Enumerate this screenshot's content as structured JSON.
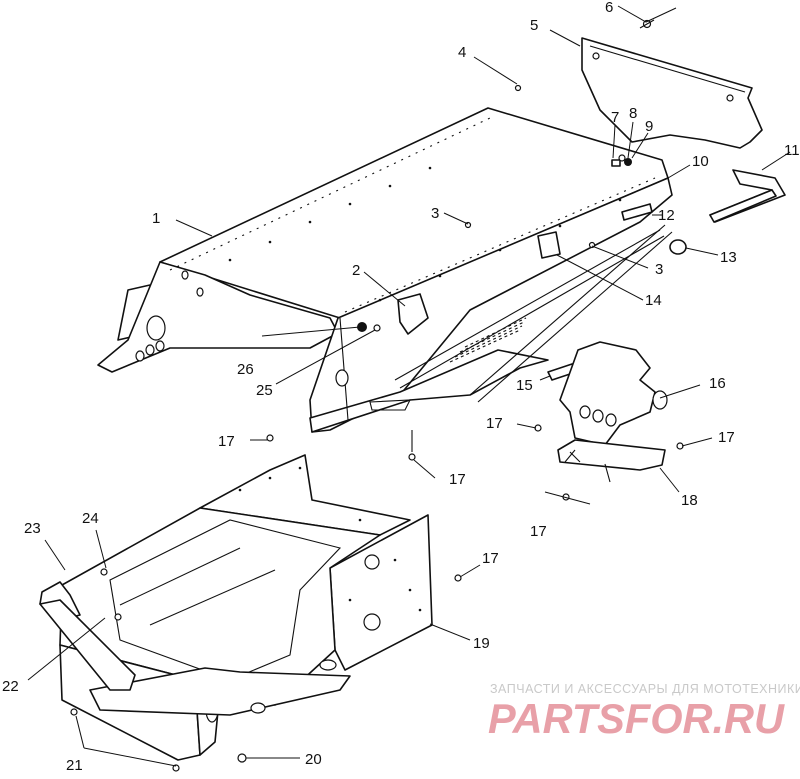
{
  "diagram": {
    "callouts": [
      "1",
      "2",
      "3",
      "3",
      "4",
      "5",
      "6",
      "7",
      "8",
      "9",
      "10",
      "11",
      "12",
      "13",
      "14",
      "15",
      "16",
      "17",
      "17",
      "17",
      "17",
      "17",
      "17",
      "18",
      "19",
      "20",
      "21",
      "22",
      "23",
      "24",
      "25",
      "26"
    ]
  },
  "watermark": {
    "tagline": "ЗАПЧАСТИ И АКСЕССУАРЫ ДЛЯ МОТОТЕХНИКИ",
    "logo": "PARTSFOR.RU",
    "color": "#e8a0a8"
  }
}
